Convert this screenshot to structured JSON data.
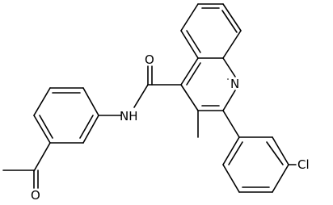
{
  "structure": {
    "atom_labels": {
      "nh": "NH",
      "ring_n": "N",
      "carbonyl_o_amide": "O",
      "carbonyl_o_acetyl": "O",
      "chlorine": "Cl"
    },
    "colors": {
      "bond": "#000000",
      "text": "#000000",
      "background": "#ffffff"
    }
  }
}
